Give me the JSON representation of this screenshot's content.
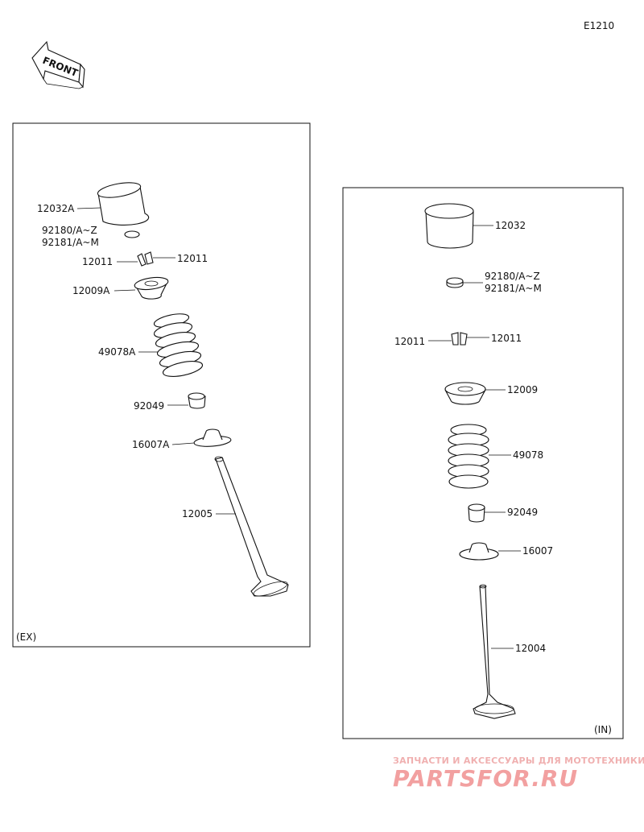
{
  "diagram_code": "E1210",
  "front_badge": "FRONT",
  "watermark": {
    "tagline": "ЗАПЧАСТИ И АКСЕССУАРЫ ДЛЯ МОТОТЕХНИКИ",
    "logo": "PARTSFOR.RU"
  },
  "exhaust_panel": {
    "caption": "(EX)",
    "labels": {
      "tappet": "12032A",
      "shim_a": "92180/A~Z",
      "shim_b": "92181/A~M",
      "cotter_left": "12011",
      "cotter_right": "12011",
      "retainer": "12009A",
      "spring": "49078A",
      "seal": "92049",
      "seat": "16007A",
      "valve": "12005"
    }
  },
  "intake_panel": {
    "caption": "(IN)",
    "labels": {
      "tappet": "12032",
      "shim_a": "92180/A~Z",
      "shim_b": "92181/A~M",
      "cotter_left": "12011",
      "cotter_right": "12011",
      "retainer": "12009",
      "spring": "49078",
      "seal": "92049",
      "seat": "16007",
      "valve": "12004"
    }
  }
}
